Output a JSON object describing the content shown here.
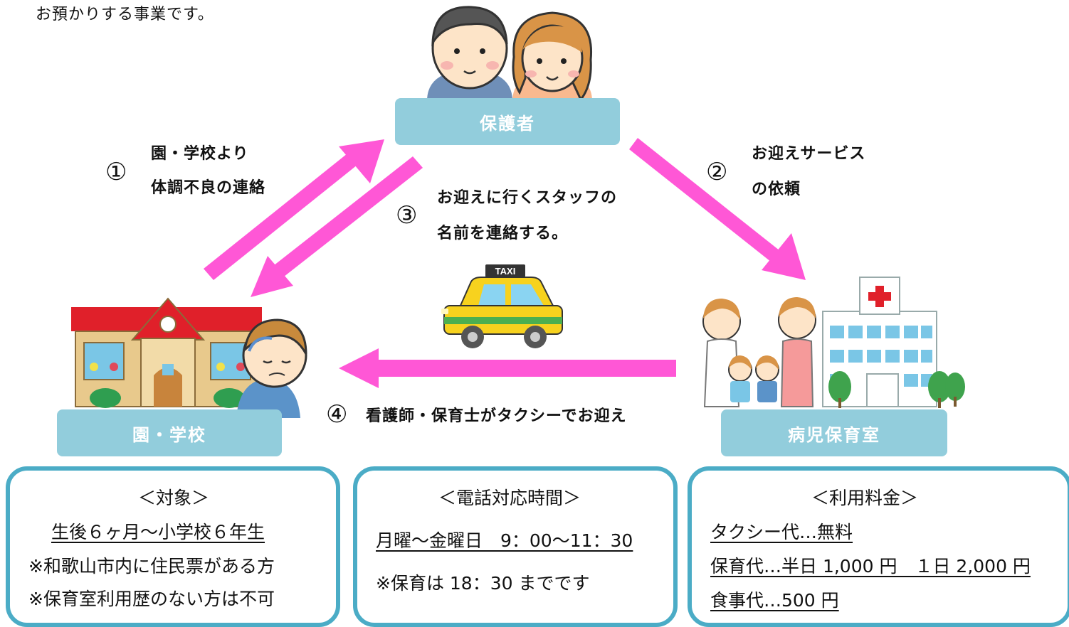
{
  "intro_text": "お預かりする事業です。",
  "nodes": {
    "parents": "保護者",
    "school": "園・学校",
    "sick_room": "病児保育室"
  },
  "steps": {
    "step1": {
      "number": "①",
      "line1": "園・学校より",
      "line2": "体調不良の連絡"
    },
    "step2": {
      "number": "②",
      "line1": "お迎えサービス",
      "line2": "の依頼"
    },
    "step3": {
      "number": "③",
      "line1": "お迎えに行くスタッフの",
      "line2": "名前を連絡する。"
    },
    "step4": {
      "number": "④",
      "line1": "看護師・保育士がタクシーでお迎え"
    }
  },
  "taxi_sign": "TAXI",
  "info_boxes": {
    "target": {
      "title": "＜対象＞",
      "lines": [
        "生後６ヶ月～小学校６年生",
        "※和歌山市内に住民票がある方",
        "※保育室利用歴のない方は不可"
      ]
    },
    "phone": {
      "title": "＜電話対応時間＞",
      "lines": [
        "月曜～金曜日　9：00～11：30",
        "※保育は 18：30 までです"
      ]
    },
    "fee": {
      "title": "＜利用料金＞",
      "lines": [
        "タクシー代…無料",
        "保育代…半日 1,000 円　１日 2,000 円",
        "食事代…500 円"
      ]
    }
  },
  "colors": {
    "arrow": "#ff57d6",
    "node_fill": "#92cddc",
    "box_border": "#4bacc6"
  }
}
